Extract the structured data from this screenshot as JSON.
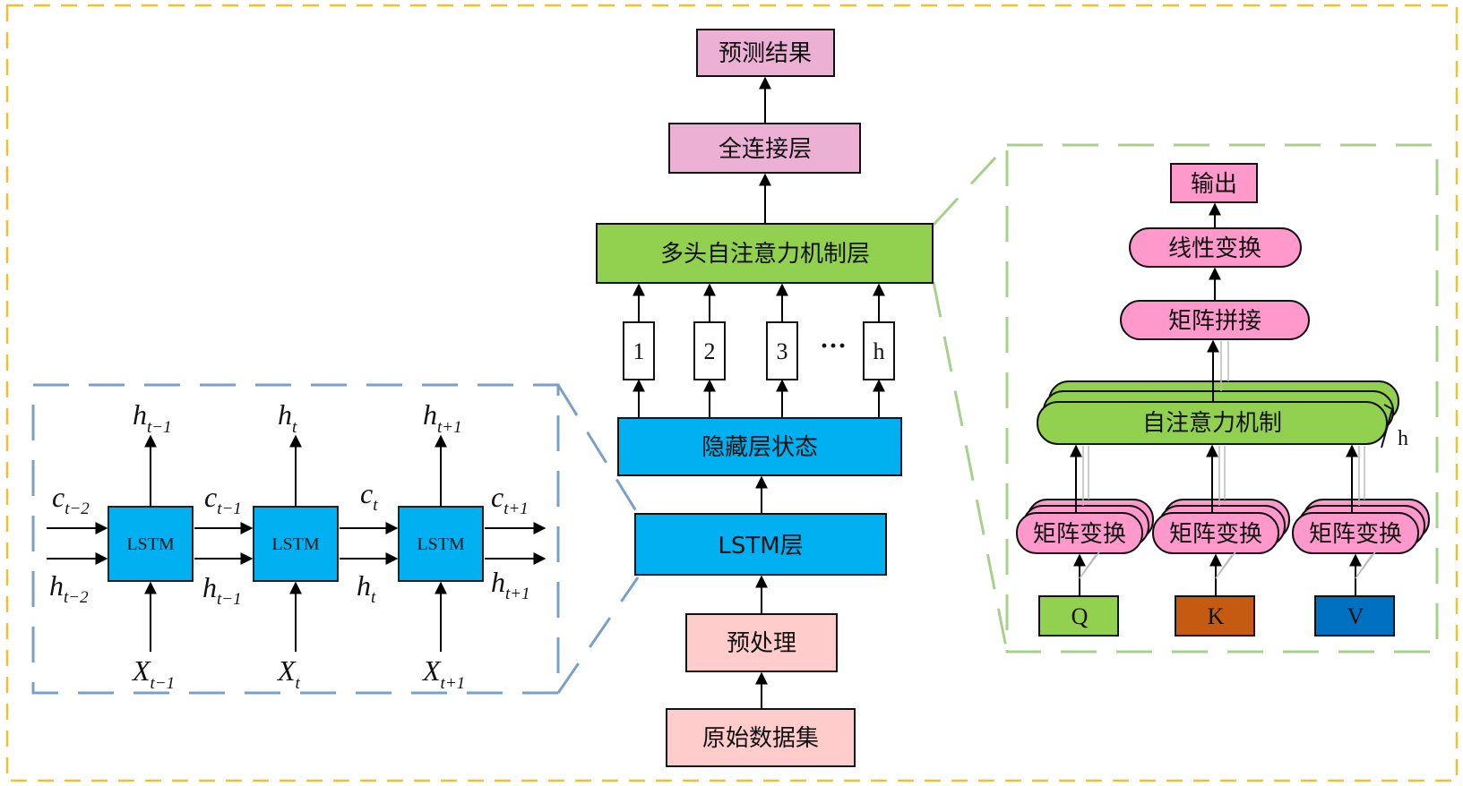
{
  "center": {
    "prediction_result": "预测结果",
    "fully_connected": "全连接层",
    "multihead_attention": "多头自注意力机制层",
    "heads": [
      "1",
      "2",
      "3",
      "h"
    ],
    "ellipsis": "···",
    "hidden_state": "隐藏层状态",
    "lstm_layer": "LSTM层",
    "preprocess": "预处理",
    "raw_dataset": "原始数据集"
  },
  "lstm_detail": {
    "cell_label": "LSTM",
    "cells": [
      {
        "h_out": "h",
        "h_out_sub": "t−1",
        "x_in": "X",
        "x_in_sub": "t−1"
      },
      {
        "h_out": "h",
        "h_out_sub": "t",
        "x_in": "X",
        "x_in_sub": "t"
      },
      {
        "h_out": "h",
        "h_out_sub": "t+1",
        "x_in": "X",
        "x_in_sub": "t+1"
      }
    ],
    "c_labels": [
      {
        "base": "c",
        "sub": "t−2"
      },
      {
        "base": "c",
        "sub": "t−1"
      },
      {
        "base": "c",
        "sub": "t"
      },
      {
        "base": "c",
        "sub": "t+1"
      }
    ],
    "h_labels": [
      {
        "base": "h",
        "sub": "t−2"
      },
      {
        "base": "h",
        "sub": "t−1"
      },
      {
        "base": "h",
        "sub": "t"
      },
      {
        "base": "h",
        "sub": "t+1"
      }
    ]
  },
  "attention_detail": {
    "output": "输出",
    "linear_transform": "线性变换",
    "concat": "矩阵拼接",
    "self_attention": "自注意力机制",
    "h_label": "h",
    "matrix_transform": "矩阵变换",
    "inputs": [
      "Q",
      "K",
      "V"
    ]
  },
  "colors": {
    "outer_border": "#F0C030",
    "lstm_border": "#7AA0C8",
    "attention_border": "#A8D08D",
    "pink_box": "#EBB0D4",
    "light_pink_box": "#FFCCCC",
    "green_box": "#92D050",
    "blue_box": "#00B0F0",
    "pink_pill": "#FF99CC",
    "q_box": "#92D050",
    "k_box": "#C55A11",
    "v_box": "#0070C0"
  }
}
